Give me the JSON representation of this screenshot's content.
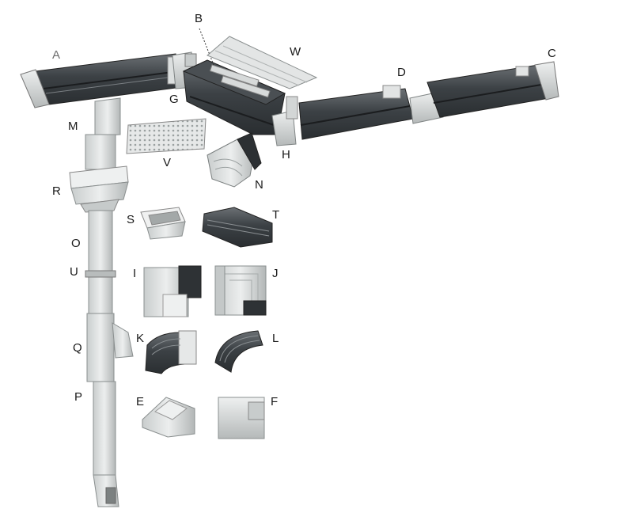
{
  "labels": {
    "A": "A",
    "B": "B",
    "C": "C",
    "D": "D",
    "E": "E",
    "F": "F",
    "G": "G",
    "H": "H",
    "I": "I",
    "J": "J",
    "K": "K",
    "L": "L",
    "M": "M",
    "N": "N",
    "O": "O",
    "P": "P",
    "Q": "Q",
    "R": "R",
    "S": "S",
    "T": "T",
    "U": "U",
    "V": "V",
    "W": "W"
  },
  "colors": {
    "gutter_dark": "#3e4347",
    "gutter_mid": "#5a5f63",
    "gutter_light": "#8a8f92",
    "fitting_light": "#d9dcdc",
    "fitting_mid": "#b9bdbd",
    "fitting_shadow": "#8f9494",
    "label_text": "#1a1a1a"
  },
  "icons": {
    "diagram": "seamless-gutter-system-exploded-diagram"
  }
}
